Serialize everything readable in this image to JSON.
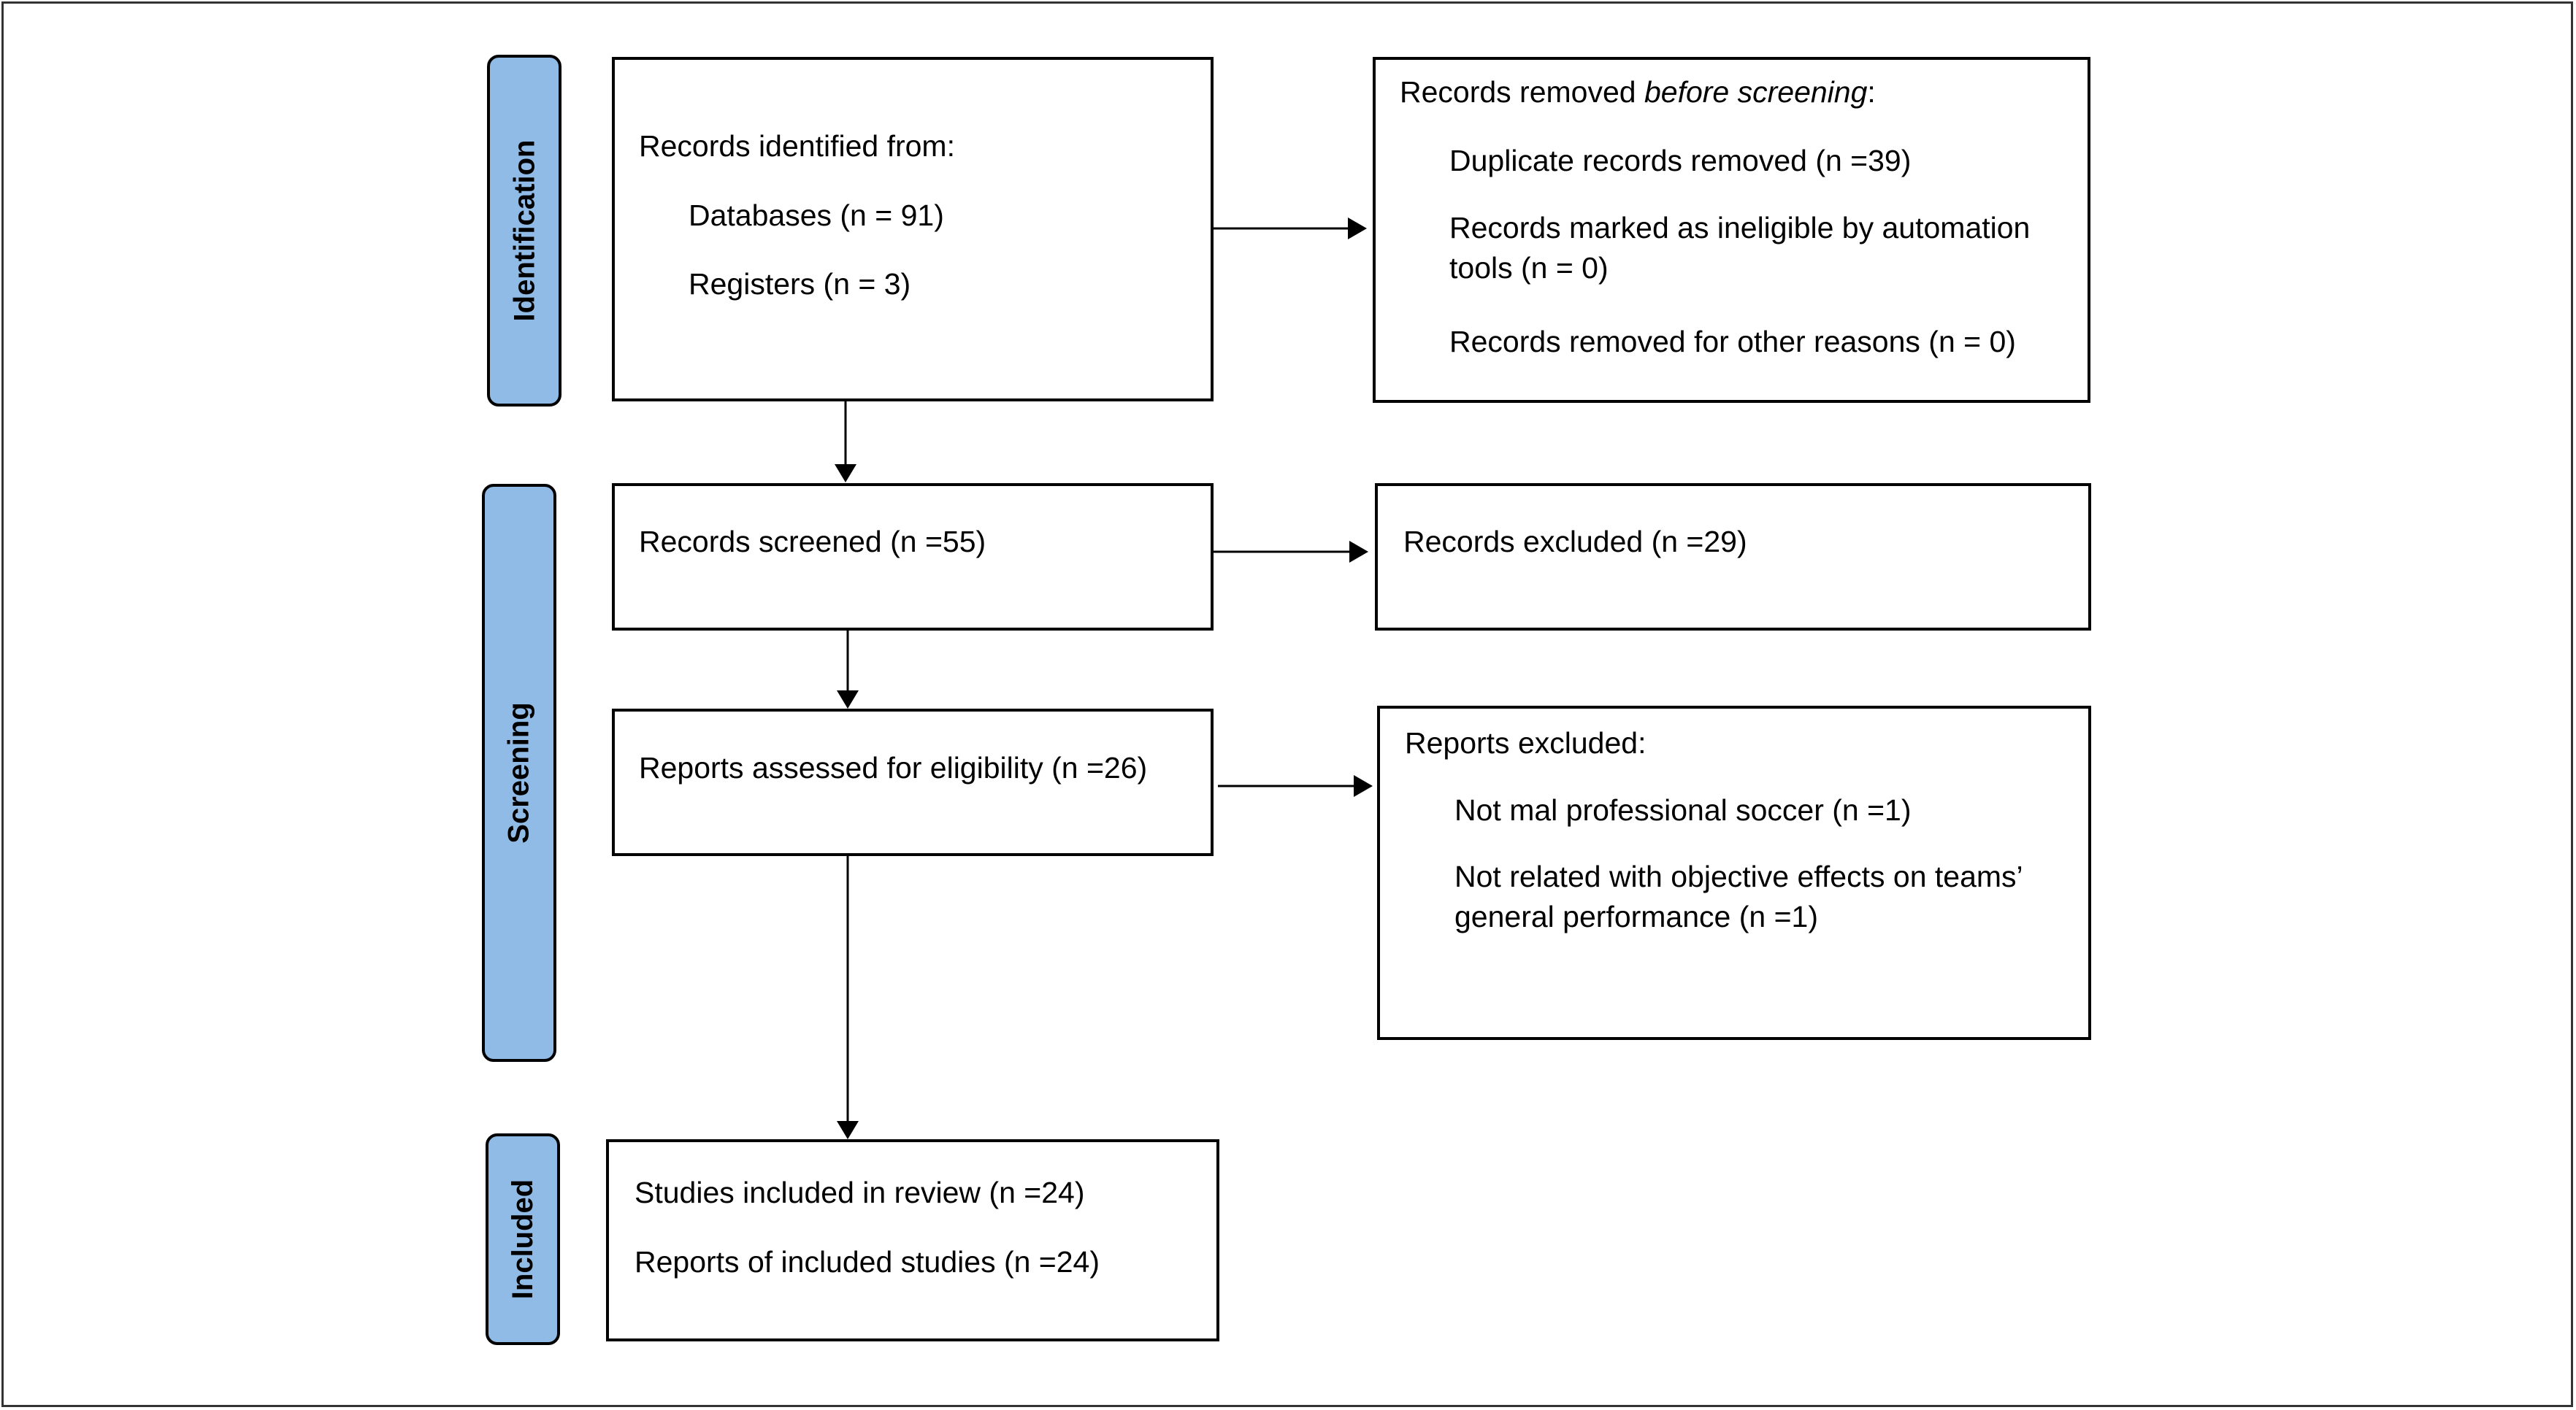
{
  "colors": {
    "phase_fill": "#8fbbe6",
    "border": "#000000",
    "background": "#ffffff"
  },
  "phases": {
    "identification": "Identification",
    "screening": "Screening",
    "included": "Included"
  },
  "identified": {
    "heading": "Records identified from:",
    "databases": "Databases (n = 91)",
    "registers": "Registers (n = 3)"
  },
  "removed": {
    "heading_prefix": "Records removed ",
    "heading_italic": "before screening",
    "heading_suffix": ":",
    "duplicates": "Duplicate records removed (n =39)",
    "automation": "Records marked as ineligible by automation tools (n = 0)",
    "other": "Records removed for other reasons (n = 0)"
  },
  "screened": {
    "text": "Records screened (n =55)"
  },
  "excluded": {
    "text": "Records excluded (n =29)"
  },
  "assessed": {
    "text": "Reports assessed for eligibility (n =26)"
  },
  "reports_excluded": {
    "heading": "Reports excluded:",
    "reason1": "Not mal professional soccer (n =1)",
    "reason2": "Not related with objective effects on teams’ general performance (n =1)"
  },
  "included": {
    "studies": "Studies included in review (n =24)",
    "reports": "Reports of included studies (n =24)"
  }
}
